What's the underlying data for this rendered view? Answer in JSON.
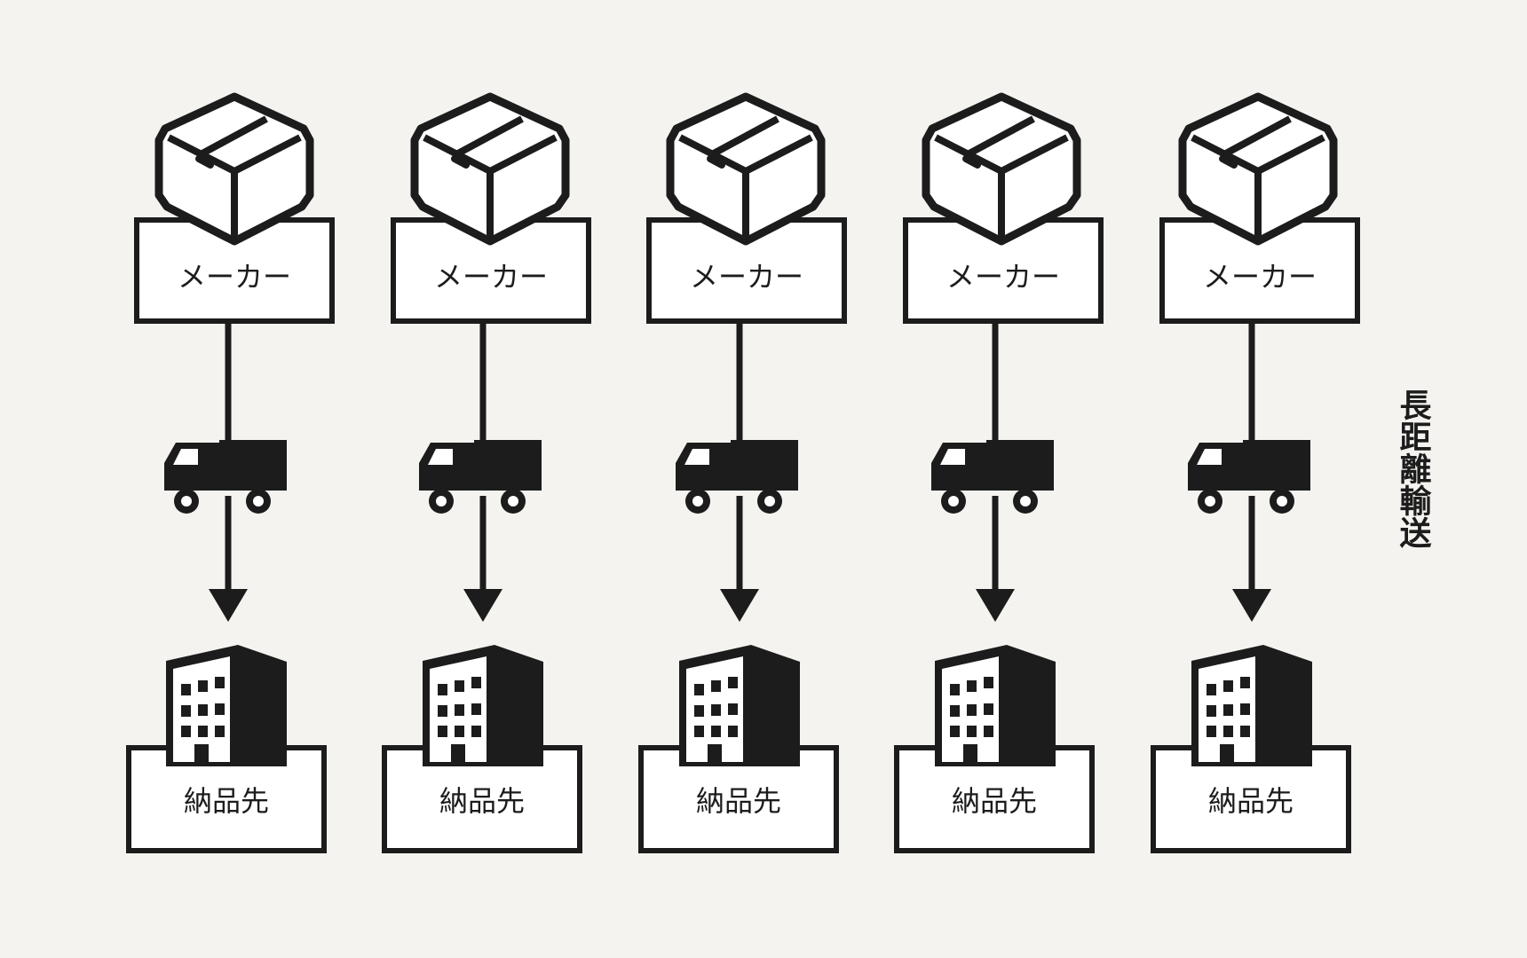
{
  "flows": [
    {
      "source_label": "メーカー",
      "target_label": "納品先"
    },
    {
      "source_label": "メーカー",
      "target_label": "納品先"
    },
    {
      "source_label": "メーカー",
      "target_label": "納品先"
    },
    {
      "source_label": "メーカー",
      "target_label": "納品先"
    },
    {
      "source_label": "メーカー",
      "target_label": "納品先"
    }
  ],
  "side_label": "長距離輸送",
  "icons": {
    "source": "package-box-icon",
    "transport": "truck-icon",
    "target": "office-building-icon"
  },
  "colors": {
    "background": "#f4f3ef",
    "ink": "#1c1c1c",
    "box_fill": "#ffffff"
  }
}
